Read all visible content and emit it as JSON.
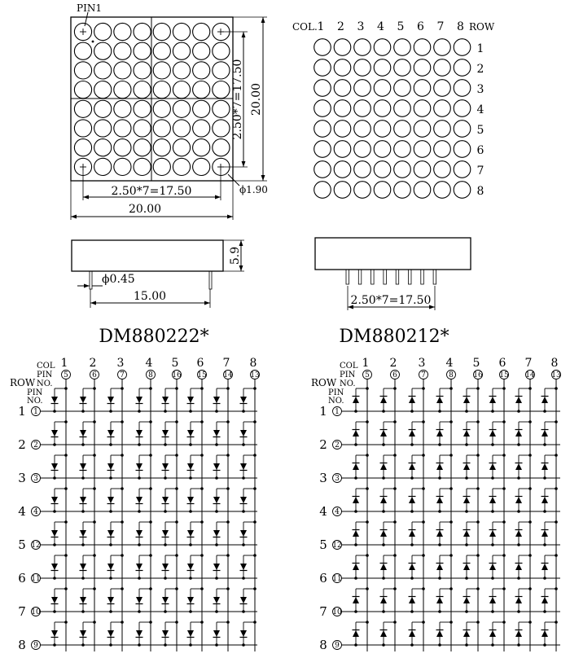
{
  "front_view": {
    "pin1_label": "PIN1",
    "pitch_horizontal": "2.50*7=17.50",
    "pitch_vertical": "2.50*7=17.50",
    "width": "20.00",
    "height": "20.00",
    "led_diameter": "ϕ1.90"
  },
  "grid_view": {
    "col_label": "COL.",
    "row_label": "ROW",
    "columns": [
      "1",
      "2",
      "3",
      "4",
      "5",
      "6",
      "7",
      "8"
    ],
    "rows": [
      "1",
      "2",
      "3",
      "4",
      "5",
      "6",
      "7",
      "8"
    ]
  },
  "side_view_left": {
    "height": "5.9",
    "pin_diameter": "ϕ0.45",
    "pin_length": "15.00"
  },
  "side_view_right": {
    "pin_pitch": "2.50*7=17.50"
  },
  "schematics": [
    {
      "title": "DM880222*",
      "col_header": "COL",
      "pin_header": "PIN",
      "no_header": "NO.",
      "row_header": "ROW",
      "column_numbers": [
        "1",
        "2",
        "3",
        "4",
        "5",
        "6",
        "7",
        "8"
      ],
      "column_pins": [
        "5",
        "6",
        "7",
        "8",
        "16",
        "15",
        "14",
        "13"
      ],
      "row_numbers": [
        "1",
        "2",
        "3",
        "4",
        "5",
        "6",
        "7",
        "8"
      ],
      "row_pins": [
        "1",
        "2",
        "3",
        "4",
        "12",
        "11",
        "10",
        "9"
      ],
      "diode_direction": "down"
    },
    {
      "title": "DM880212*",
      "col_header": "COL",
      "pin_header": "PIN",
      "no_header": "NO.",
      "row_header": "ROW",
      "column_numbers": [
        "1",
        "2",
        "3",
        "4",
        "5",
        "6",
        "7",
        "8"
      ],
      "column_pins": [
        "5",
        "6",
        "7",
        "8",
        "16",
        "15",
        "14",
        "13"
      ],
      "row_numbers": [
        "1",
        "2",
        "3",
        "4",
        "5",
        "6",
        "7",
        "8"
      ],
      "row_pins": [
        "1",
        "2",
        "3",
        "4",
        "12",
        "11",
        "10",
        "9"
      ],
      "diode_direction": "up"
    }
  ]
}
